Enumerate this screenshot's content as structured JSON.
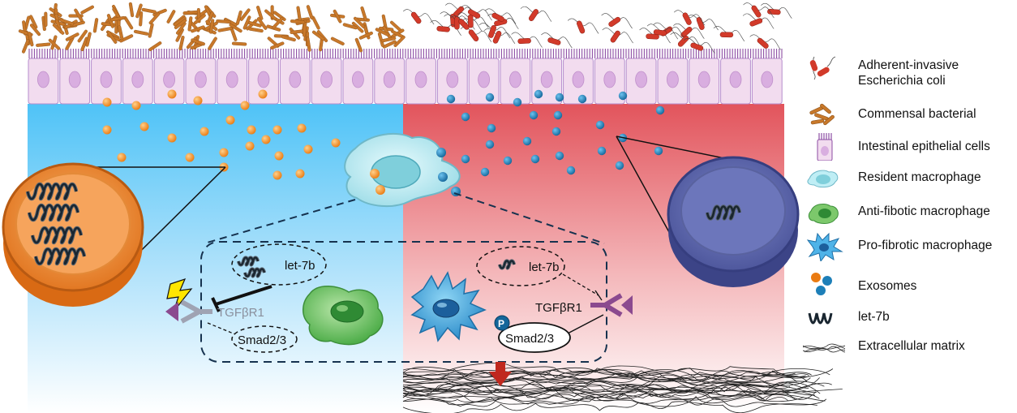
{
  "colors": {
    "left_bg_top": "#4fc3f7",
    "right_bg_top": "#e2545c",
    "exosome_orange": "#f28a1e",
    "exosome_blue": "#1d7fb8",
    "epithelium_fill": "#f2dcef",
    "microvilli": "#8c4da3",
    "commensal": "#c8782a",
    "aiec": "#d23a2a",
    "receptor": "#8b4a8f",
    "arrow_red": "#c0281e"
  },
  "diagram": {
    "left_panel": {
      "mirna_label": "let-7b",
      "receptor_label": "TGFβR1",
      "smad_label": "Smad2/3"
    },
    "right_panel": {
      "mirna_label": "let-7b",
      "receptor_label": "TGFβR1",
      "smad_label": "Smad2/3",
      "phospho_label": "P"
    }
  },
  "legend": {
    "items": [
      {
        "icon": "aiec-bacteria-icon",
        "label_line1": "Adherent-invasive",
        "label_line2": "Escherichia coli"
      },
      {
        "icon": "commensal-bacteria-icon",
        "label_line1": "Commensal bacterial"
      },
      {
        "icon": "epithelial-cell-icon",
        "label_line1": "Intestinal epithelial cells"
      },
      {
        "icon": "resident-macrophage-icon",
        "label_line1": "Resident macrophage"
      },
      {
        "icon": "anti-fibrotic-macrophage-icon",
        "label_line1": "Anti-fibotic macrophage"
      },
      {
        "icon": "pro-fibrotic-macrophage-icon",
        "label_line1": "Pro-fibrotic macrophage"
      },
      {
        "icon": "exosome-icon",
        "label_line1": "Exosomes"
      },
      {
        "icon": "let7b-icon",
        "label_line1": "let-7b"
      },
      {
        "icon": "extracellular-matrix-icon",
        "label_line1": "Extracellular matrix"
      }
    ]
  }
}
